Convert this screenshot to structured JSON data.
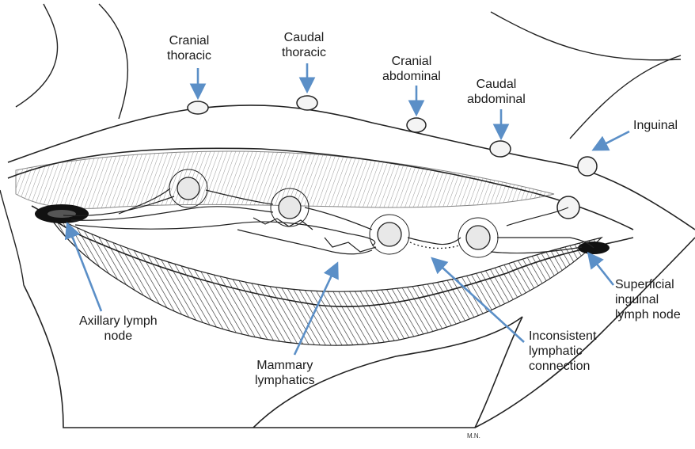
{
  "labels": {
    "cranial_thoracic": [
      "Cranial",
      "thoracic"
    ],
    "caudal_thoracic": [
      "Caudal",
      "thoracic"
    ],
    "cranial_abdominal": [
      "Cranial",
      "abdominal"
    ],
    "caudal_abdominal": [
      "Caudal",
      "abdominal"
    ],
    "inguinal": [
      "Inguinal"
    ],
    "superficial_inguinal": [
      "Superficial",
      "inguinal",
      "lymph node"
    ],
    "axillary": [
      "Axillary lymph",
      "node"
    ],
    "mammary_lymphatics": [
      "Mammary",
      "lymphatics"
    ],
    "inconsistent_connection": [
      "Inconsistent",
      "lymphatic",
      "connection"
    ]
  },
  "artist_initials": "M.N.",
  "colors": {
    "arrow": "#5b8fc7",
    "ink": "#1a1a1a"
  }
}
